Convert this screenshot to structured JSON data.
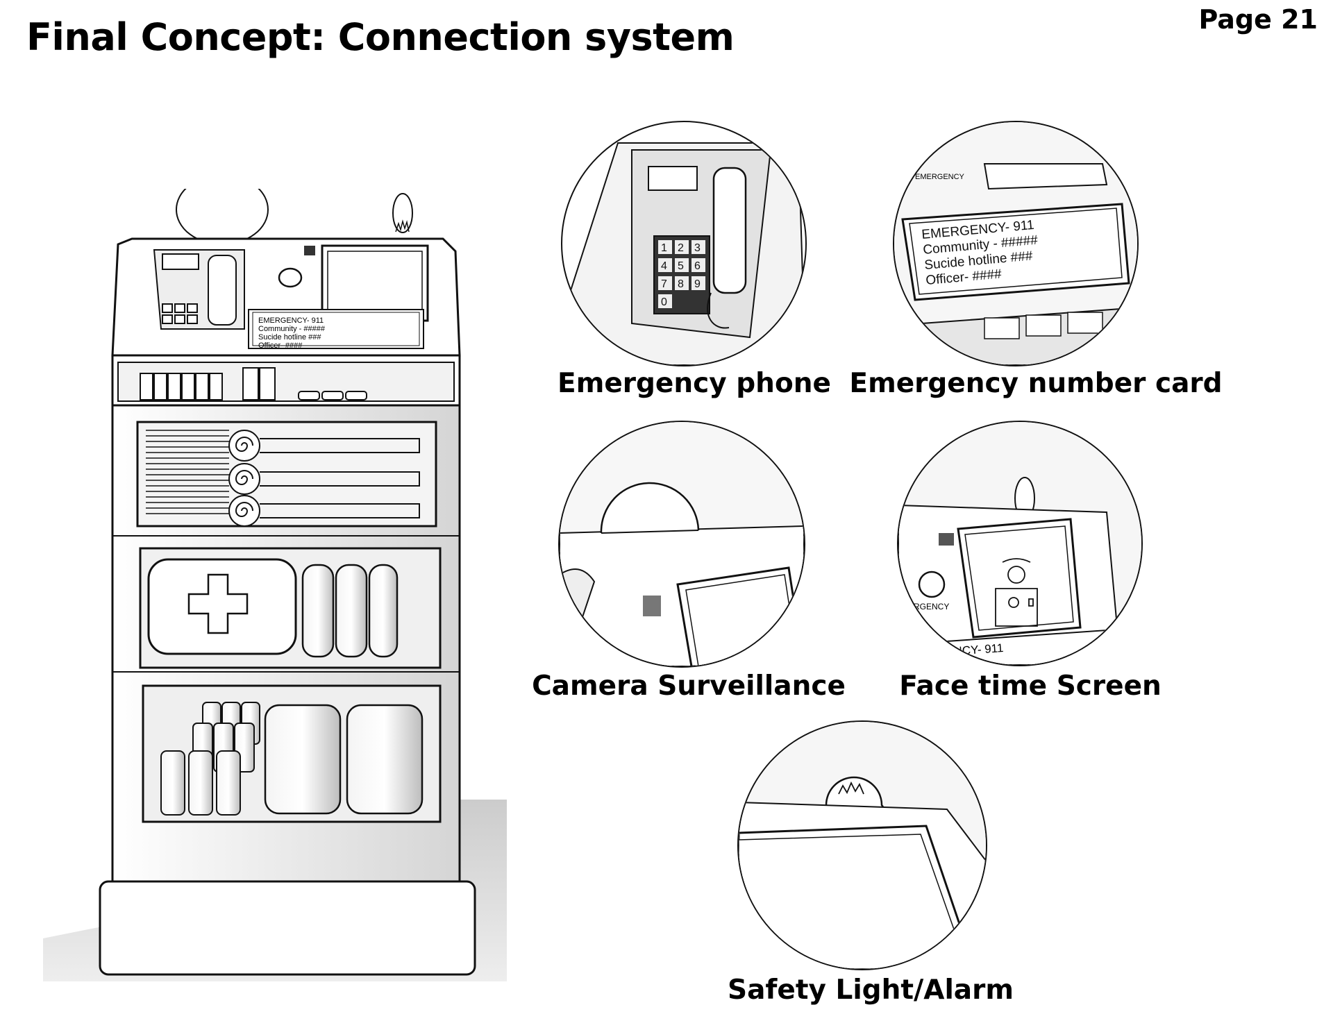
{
  "header": {
    "title": "Final Concept: Connection system",
    "page": "Page 21"
  },
  "kiosk": {
    "card_lines": [
      "EMERGENCY- 911",
      "Community - #####",
      "Sucide hotline ###",
      "Officer- ####"
    ],
    "phone_keys": [
      "1",
      "2",
      "3",
      "4",
      "5",
      "6",
      "7",
      "8",
      "9",
      "0"
    ]
  },
  "details": [
    {
      "caption": "Emergency phone"
    },
    {
      "caption": "Emergency number card",
      "label": "EMERGENCY",
      "card_lines": [
        "EMERGENCY- 911",
        "Community - #####",
        "Sucide hotline ###",
        "Officer- ####"
      ]
    },
    {
      "caption": "Camera Surveillance"
    },
    {
      "caption": "Face time Screen",
      "label": "ERGENCY",
      "card_fragment": "NCY- 911"
    },
    {
      "caption": "Safety Light/Alarm"
    }
  ]
}
